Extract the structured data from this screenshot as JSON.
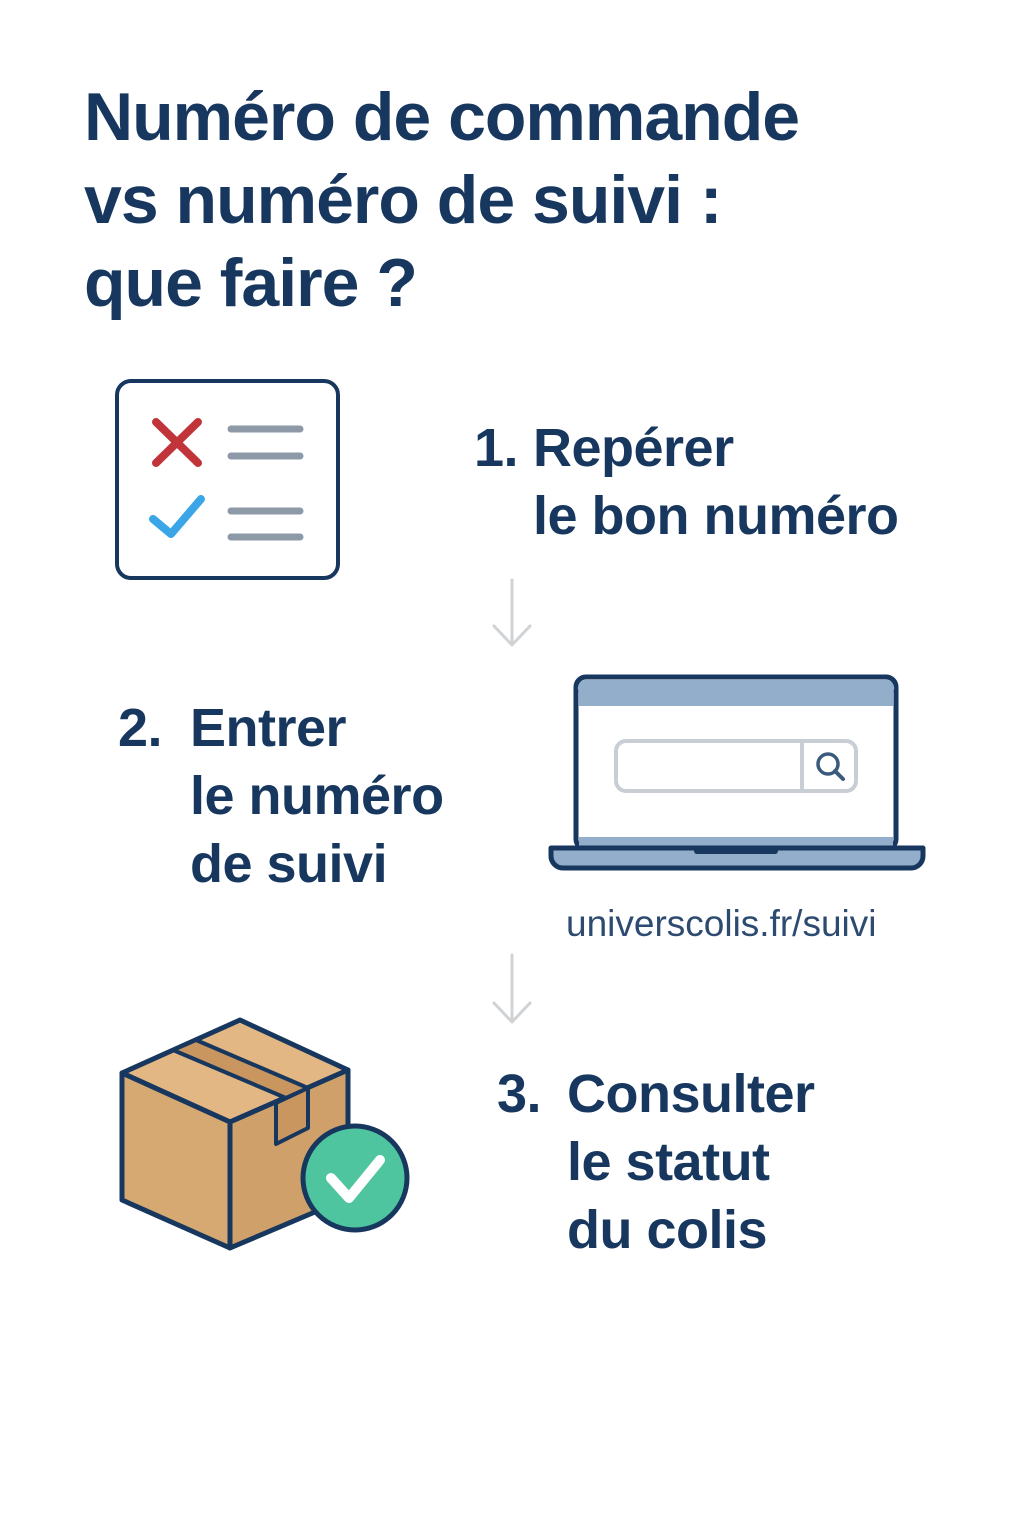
{
  "title": {
    "lines": [
      "Numéro de commande",
      "vs numéro de suivi :",
      "que faire ?"
    ]
  },
  "steps": [
    {
      "number": "1.",
      "lines": [
        "Repérer",
        "le bon numéro"
      ],
      "icon": "checklist-icon"
    },
    {
      "number": "2.",
      "lines": [
        "Entrer",
        "le numéro",
        "de suivi"
      ],
      "icon": "laptop-search-icon"
    },
    {
      "number": "3.",
      "lines": [
        "Consulter",
        "le statut",
        "du colis"
      ],
      "icon": "package-check-icon"
    }
  ],
  "url": "universcolis.fr/suivi",
  "colors": {
    "text": "#17375f",
    "cross": "#c0343a",
    "check": "#3aa6e8",
    "box": "#d6a872",
    "badge": "#4fc59f",
    "screen_bar": "#93aecb",
    "arrow": "#d0d3d6"
  }
}
